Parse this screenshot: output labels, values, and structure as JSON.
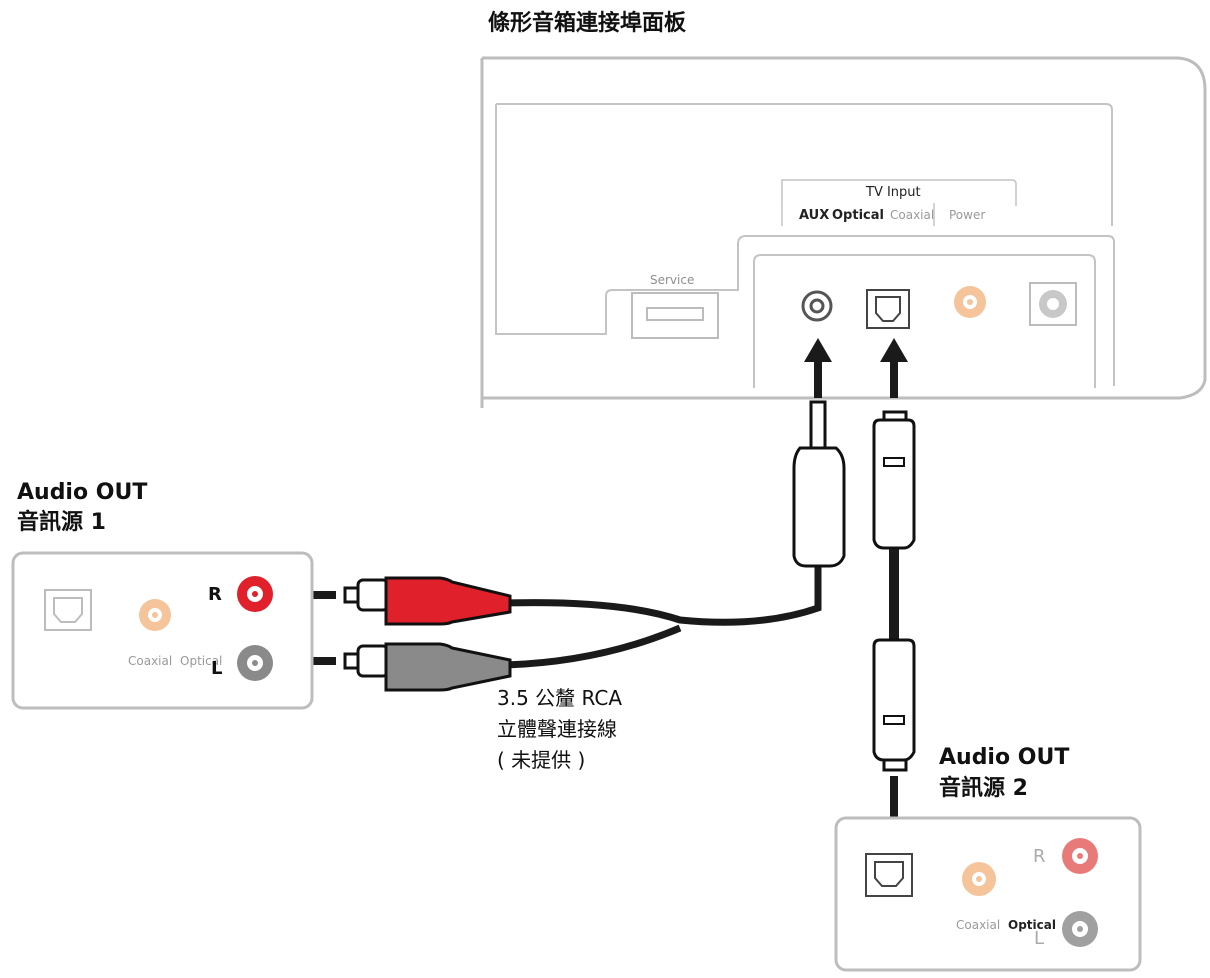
{
  "panel": {
    "title": "條形音箱連接埠面板",
    "tv_input": "TV Input",
    "aux": "AUX",
    "optical": "Optical",
    "coaxial": "Coaxial",
    "power": "Power",
    "service": "Service"
  },
  "source1": {
    "title": "Audio OUT",
    "subtitle": "音訊源 1",
    "r_label": "R",
    "l_label": "L",
    "coaxial": "Coaxial",
    "optical": "Optical"
  },
  "cable": {
    "line1": "3.5 公釐 RCA",
    "line2": "立體聲連接線",
    "line3": "( 未提供 )"
  },
  "source2": {
    "title": "Audio OUT",
    "subtitle": "音訊源 2",
    "r_label": "R",
    "l_label": "L",
    "coaxial": "Coaxial",
    "optical": "Optical"
  },
  "colors": {
    "rca_red": "#e0202a",
    "rca_gray": "#8a8a8a",
    "coax_orange": "#f5c49a",
    "panel_line": "#b8b8b8",
    "cable_black": "#1a1a1a"
  }
}
